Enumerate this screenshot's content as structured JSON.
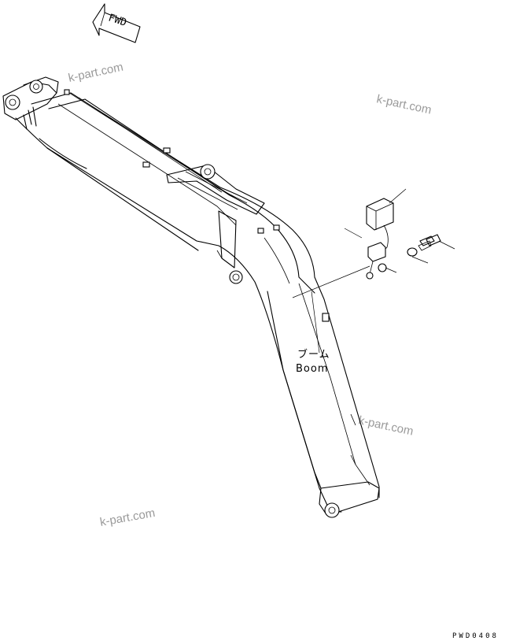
{
  "fwd_arrow": {
    "label": "FWD"
  },
  "boom_label": {
    "japanese": "ブーム",
    "english": "Boom"
  },
  "watermarks": [
    "k-part.com",
    "k-part.com",
    "k-part.com",
    "k-part.com"
  ],
  "drawing_code": "PWD0408"
}
